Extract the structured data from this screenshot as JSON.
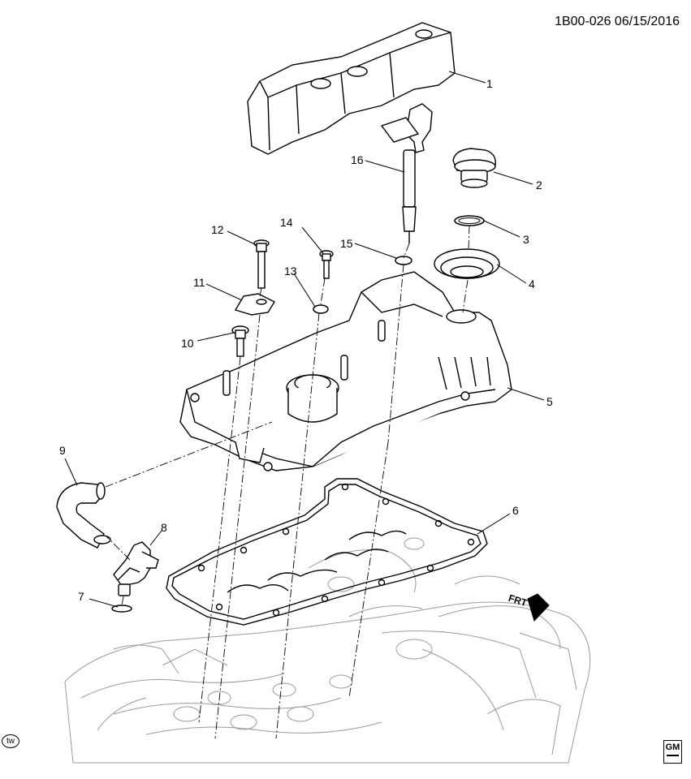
{
  "header": {
    "reference_code": "1B00-026 06/15/2016"
  },
  "callouts": [
    "1",
    "2",
    "3",
    "4",
    "5",
    "6",
    "7",
    "8",
    "9",
    "10",
    "11",
    "12",
    "13",
    "14",
    "15",
    "16"
  ],
  "direction_marker": {
    "label": "FRT"
  },
  "corner_badge": {
    "label": "tw"
  },
  "logo": {
    "label": "GM",
    "icon": "gm-logo-icon"
  },
  "colors": {
    "line": "#000000",
    "background": "#ffffff",
    "engine_line": "#8a8a8a"
  }
}
